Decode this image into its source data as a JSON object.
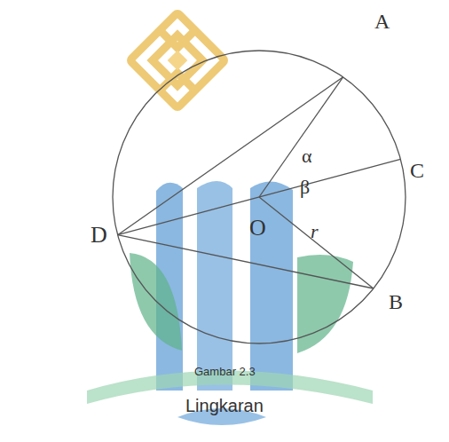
{
  "diagram": {
    "caption": "Gambar 2.3",
    "labels": [
      "A",
      "C",
      "α",
      "β",
      "O",
      "r",
      "D",
      "B",
      "Lingkaran"
    ]
  }
}
